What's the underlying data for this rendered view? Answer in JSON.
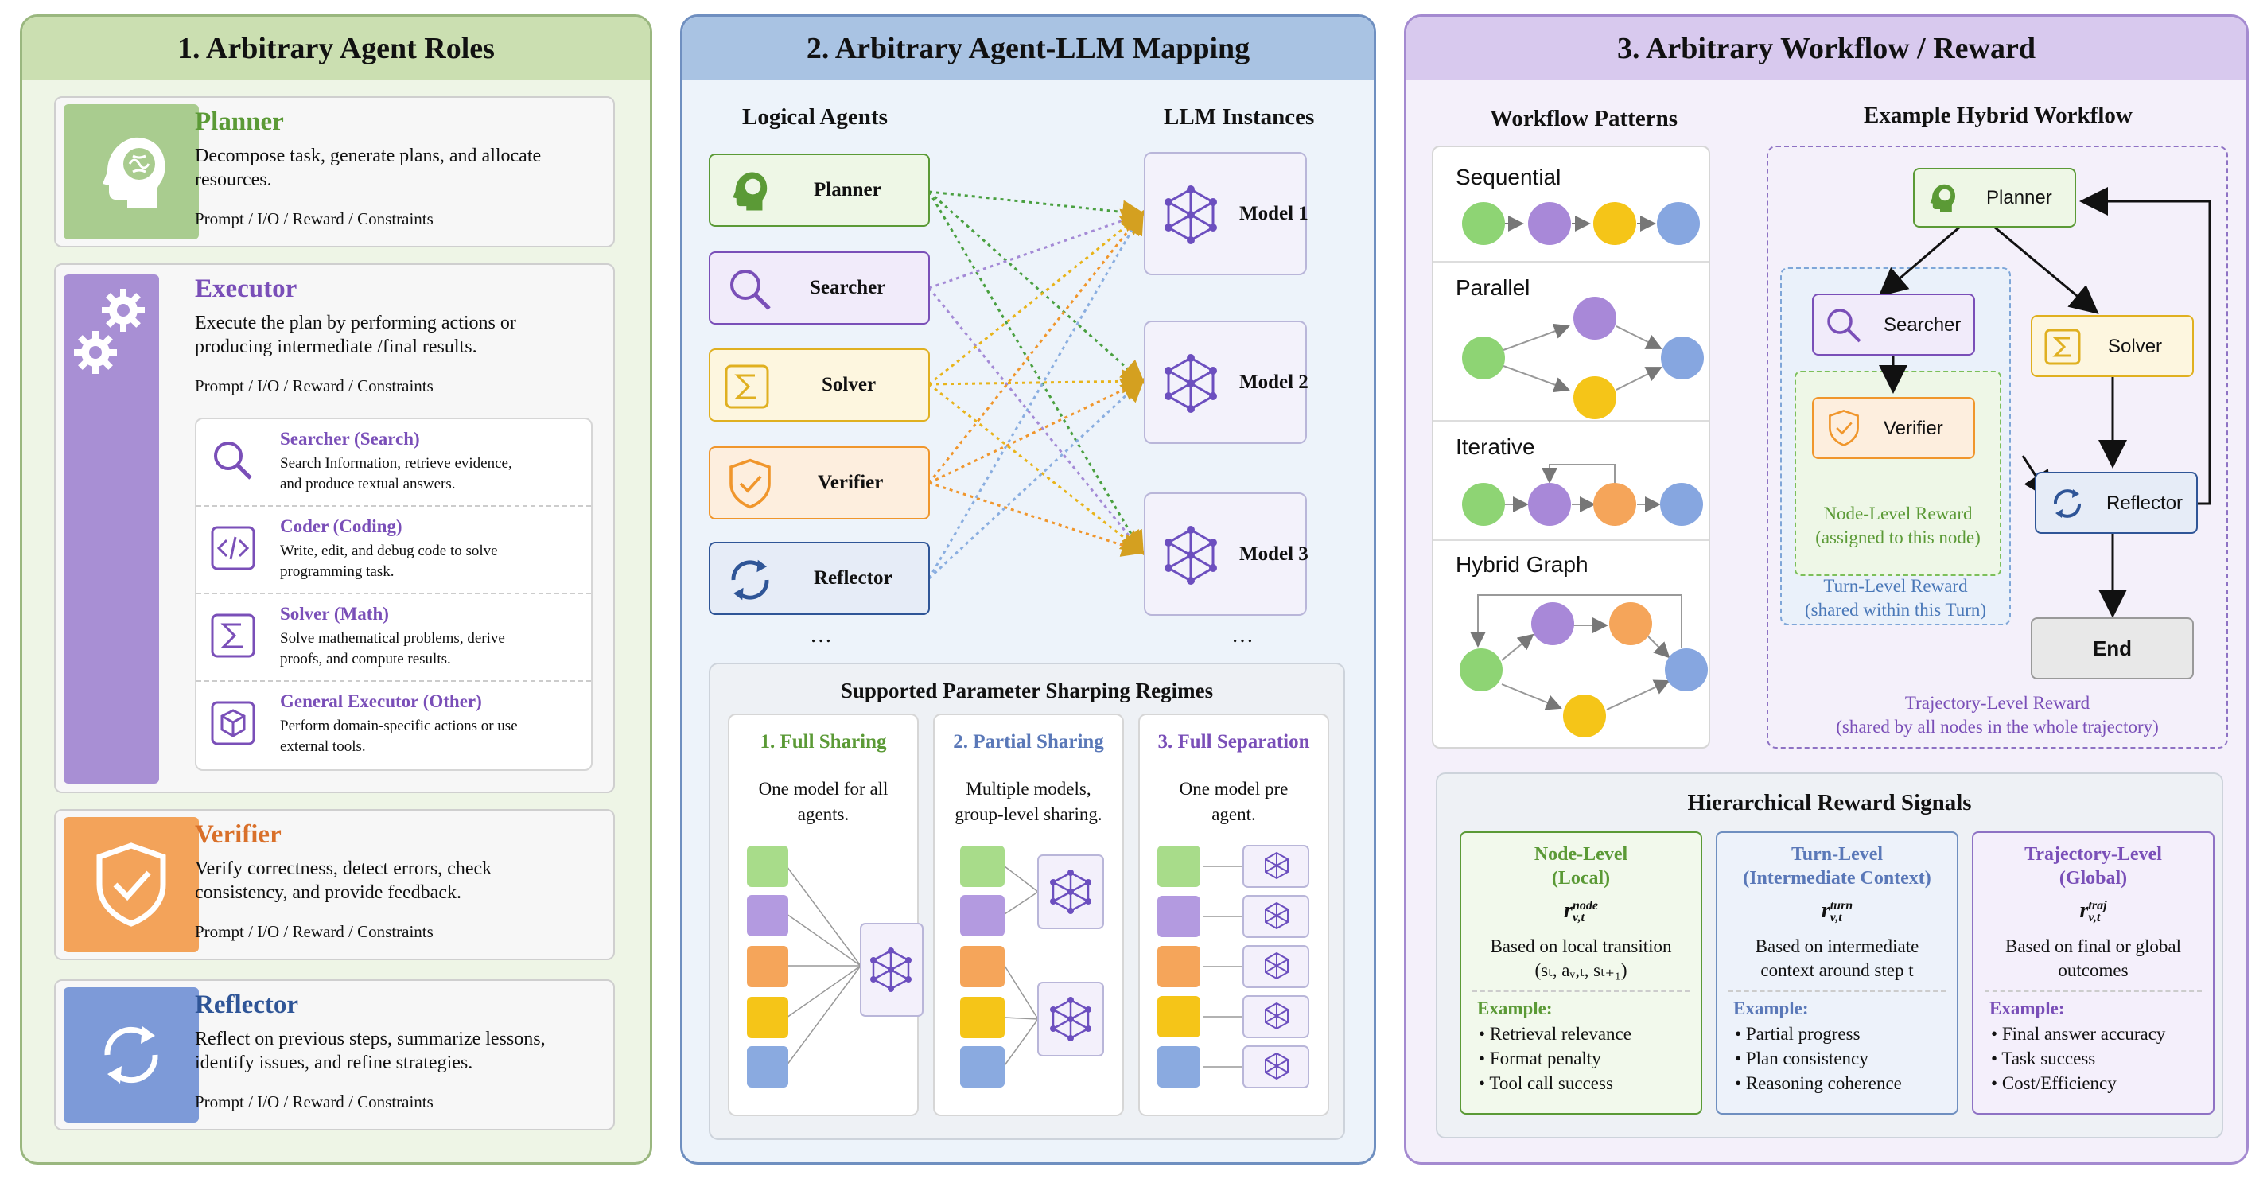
{
  "colors": {
    "green": "#6aa84f",
    "purple": "#8e6bbf",
    "orange": "#e69138",
    "blue": "#4a6fa8",
    "yellow": "#f1c232",
    "panel1_bg": "#eef5e6",
    "panel2_bg": "#edf3fa",
    "panel3_bg": "#f4f0fa"
  },
  "panel1": {
    "title": "1. Arbitrary Agent Roles",
    "planner": {
      "title": "Planner",
      "desc1": "Decompose task, generate plans, and allocate",
      "desc2": "resources.",
      "meta": "Prompt / I/O / Reward / Constraints"
    },
    "executor": {
      "title": "Executor",
      "desc1": "Execute the plan by performing actions or",
      "desc2": "producing intermediate /final results.",
      "meta": "Prompt / I/O / Reward / Constraints",
      "subs": [
        {
          "title": "Searcher (Search)",
          "d1": "Search Information, retrieve evidence,",
          "d2": "and produce textual answers."
        },
        {
          "title": "Coder (Coding)",
          "d1": "Write, edit, and debug code to solve",
          "d2": "programming task."
        },
        {
          "title": "Solver (Math)",
          "d1": "Solve mathematical problems, derive",
          "d2": "proofs, and compute results."
        },
        {
          "title": "General Executor (Other)",
          "d1": "Perform domain-specific actions or use",
          "d2": "external tools."
        }
      ]
    },
    "verifier": {
      "title": "Verifier",
      "desc1": "Verify correctness, detect errors, check",
      "desc2": "consistency, and provide feedback.",
      "meta": "Prompt / I/O / Reward / Constraints"
    },
    "reflector": {
      "title": "Reflector",
      "desc1": "Reflect on previous steps, summarize lessons,",
      "desc2": "identify issues, and refine strategies.",
      "meta": "Prompt / I/O / Reward / Constraints"
    }
  },
  "panel2": {
    "title": "2. Arbitrary Agent-LLM Mapping",
    "left_header": "Logical Agents",
    "right_header": "LLM Instances",
    "agents": [
      "Planner",
      "Searcher",
      "Solver",
      "Verifier",
      "Reflector"
    ],
    "models": [
      "Model 1",
      "Model 2",
      "Model 3"
    ],
    "ellipsis": "…",
    "regimes_title": "Supported Parameter Sharping Regimes",
    "regimes": [
      {
        "title": "1. Full Sharing",
        "d1": "One model for all",
        "d2": "agents."
      },
      {
        "title": "2. Partial Sharing",
        "d1": "Multiple models,",
        "d2": "group-level sharing."
      },
      {
        "title": "3. Full Separation",
        "d1": "One model pre",
        "d2": "agent."
      }
    ]
  },
  "panel3": {
    "title": "3. Arbitrary Workflow / Reward",
    "patterns_header": "Workflow Patterns",
    "patterns": [
      "Sequential",
      "Parallel",
      "Iterative",
      "Hybrid Graph"
    ],
    "hybrid_header": "Example Hybrid Workflow",
    "nodes": {
      "planner": "Planner",
      "searcher": "Searcher",
      "solver": "Solver",
      "verifier": "Verifier",
      "reflector": "Reflector",
      "end": "End"
    },
    "node_reward": [
      "Node-Level Reward",
      "(assigned to this node)"
    ],
    "turn_reward": [
      "Turn-Level Reward",
      "(shared within this Turn)"
    ],
    "traj_reward": [
      "Trajectory-Level Reward",
      "(shared by all nodes in the whole trajectory)"
    ],
    "signals_title": "Hierarchical Reward Signals",
    "example_label": "Example:",
    "signals": [
      {
        "t1": "Node-Level",
        "t2": "(Local)",
        "sym": "r",
        "sup": "node",
        "sub": "v,t",
        "d1": "Based on local transition",
        "d2": "(sₜ, aᵥ,ₜ, sₜ₊₁)",
        "ex": [
          "Retrieval relevance",
          "Format penalty",
          "Tool call success"
        ]
      },
      {
        "t1": "Turn-Level",
        "t2": "(Intermediate Context)",
        "sym": "r",
        "sup": "turn",
        "sub": "v,t",
        "d1": "Based on intermediate",
        "d2": "context around step t",
        "ex": [
          "Partial progress",
          "Plan consistency",
          "Reasoning coherence"
        ]
      },
      {
        "t1": "Trajectory-Level",
        "t2": "(Global)",
        "sym": "r",
        "sup": "traj",
        "sub": "v,t",
        "d1": "Based on final or global",
        "d2": "outcomes",
        "ex": [
          "Final answer accuracy",
          "Task success",
          "Cost/Efficiency"
        ]
      }
    ]
  }
}
